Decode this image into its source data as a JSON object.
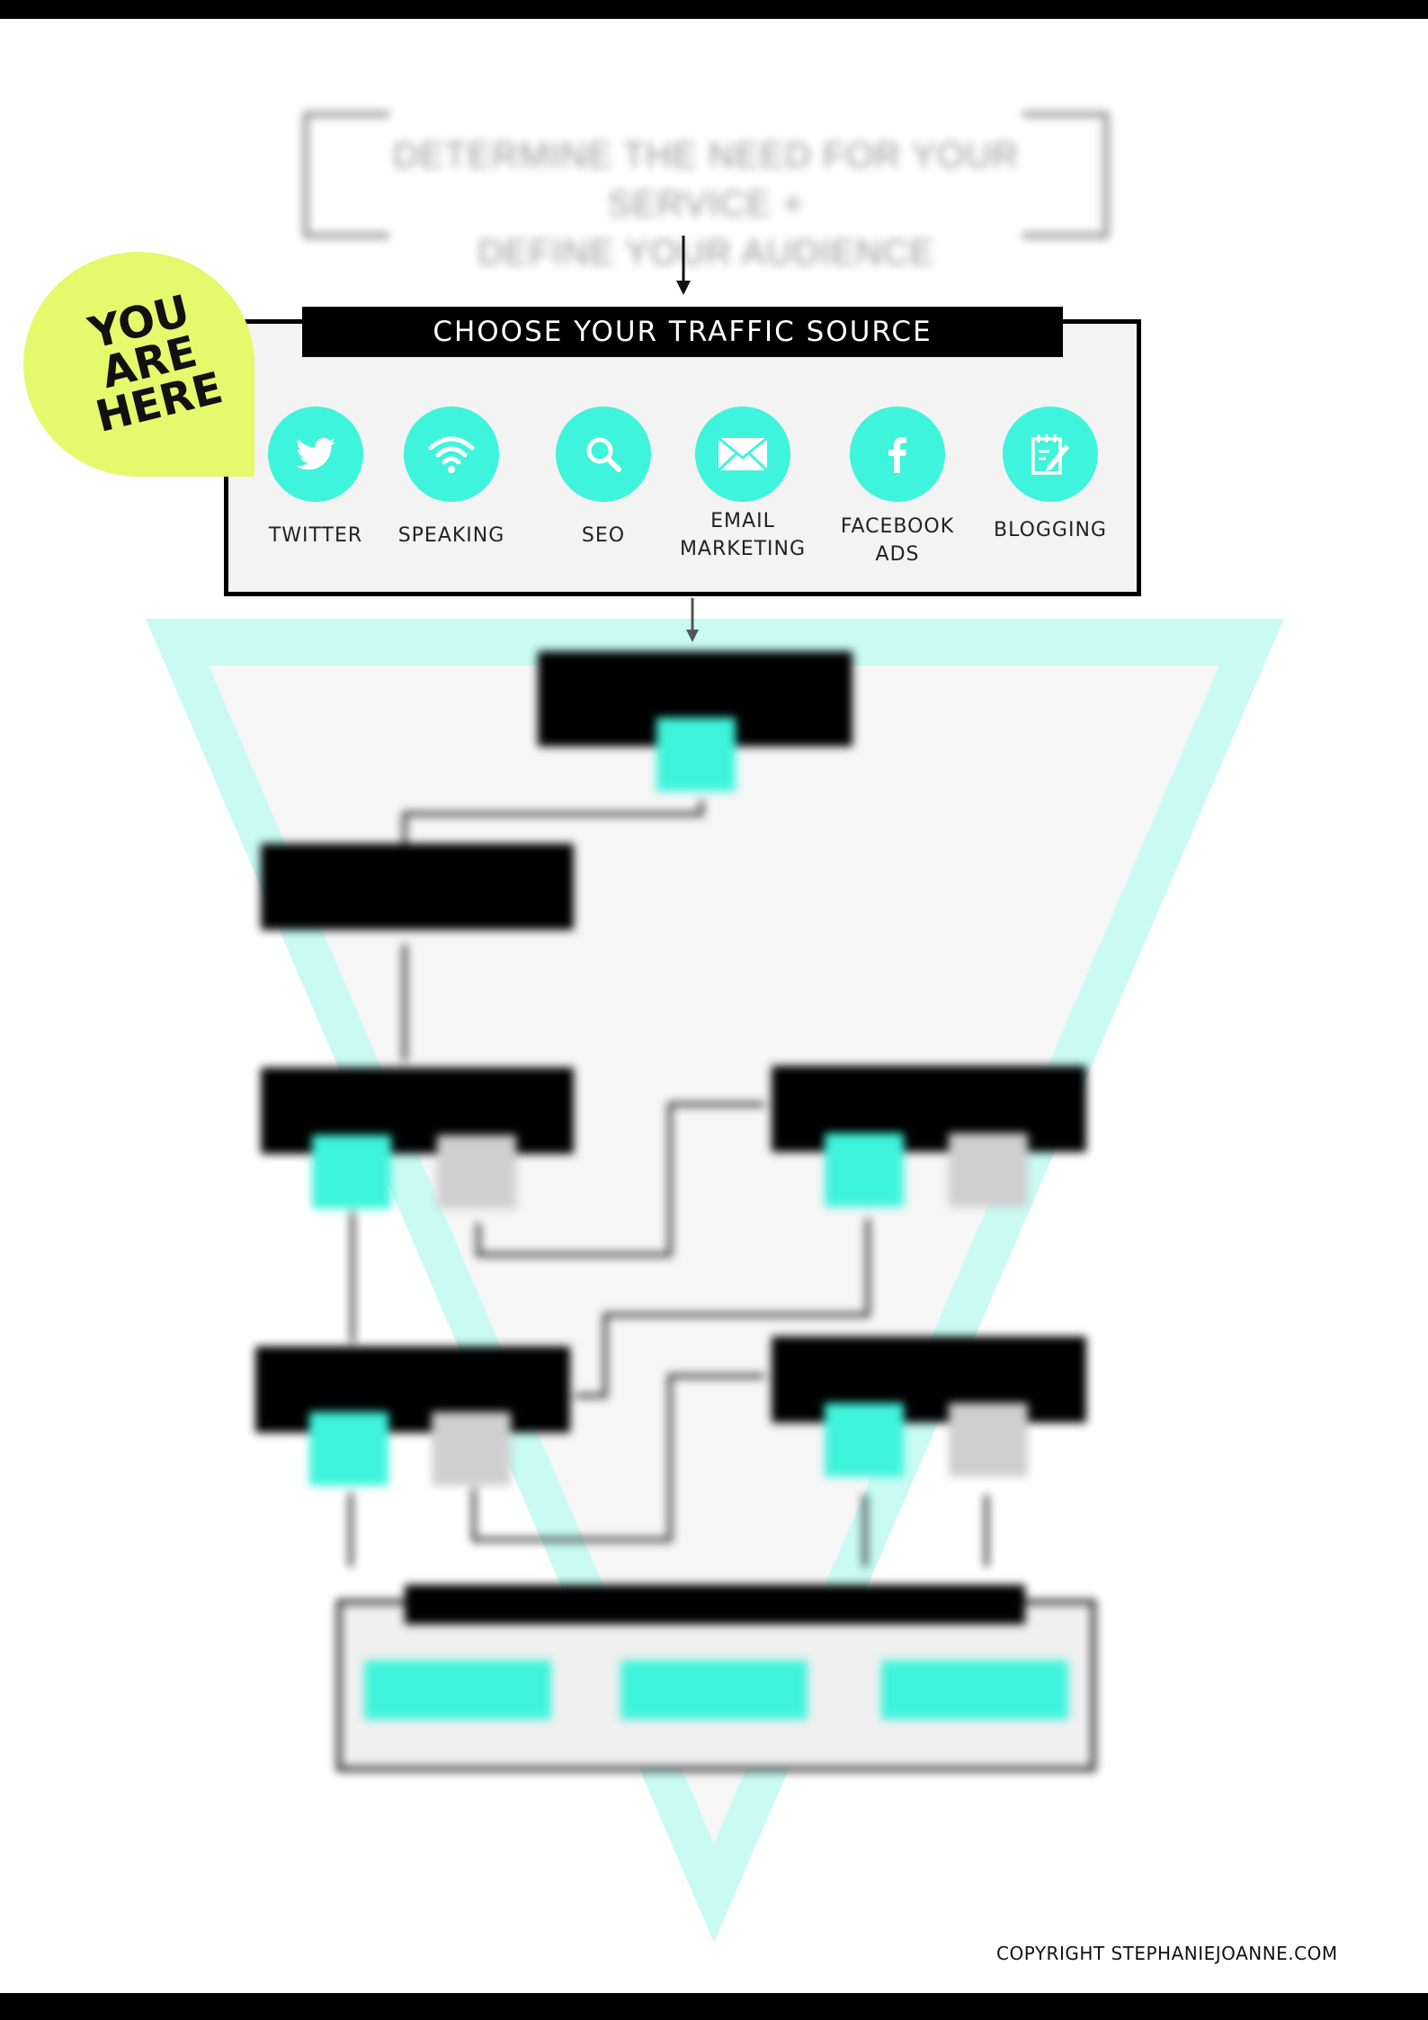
{
  "determine": {
    "line1": "DETERMINE THE NEED FOR YOUR SERVICE +",
    "line2": "DEFINE YOUR AUDIENCE"
  },
  "choose": {
    "title": "CHOOSE YOUR TRAFFIC SOURCE",
    "sources": [
      {
        "icon": "twitter-icon",
        "label": "TWITTER"
      },
      {
        "icon": "wifi-icon",
        "label": "SPEAKING"
      },
      {
        "icon": "search-icon",
        "label": "SEO"
      },
      {
        "icon": "mail-icon",
        "label": "EMAIL\nMARKETING"
      },
      {
        "icon": "facebook-icon",
        "label": "FACEBOOK\nADS"
      },
      {
        "icon": "notepad-icon",
        "label": "BLOGGING"
      }
    ]
  },
  "badge": {
    "text": "YOU\nARE\nHERE"
  },
  "copyright": "COPYRIGHT STEPHANIEJOANNE.COM",
  "colors": {
    "teal": "#3ff4dc",
    "funnel_teal": "#c9fbf3",
    "badge": "#e4fa6c",
    "panel_bg": "#f3f3f3"
  }
}
